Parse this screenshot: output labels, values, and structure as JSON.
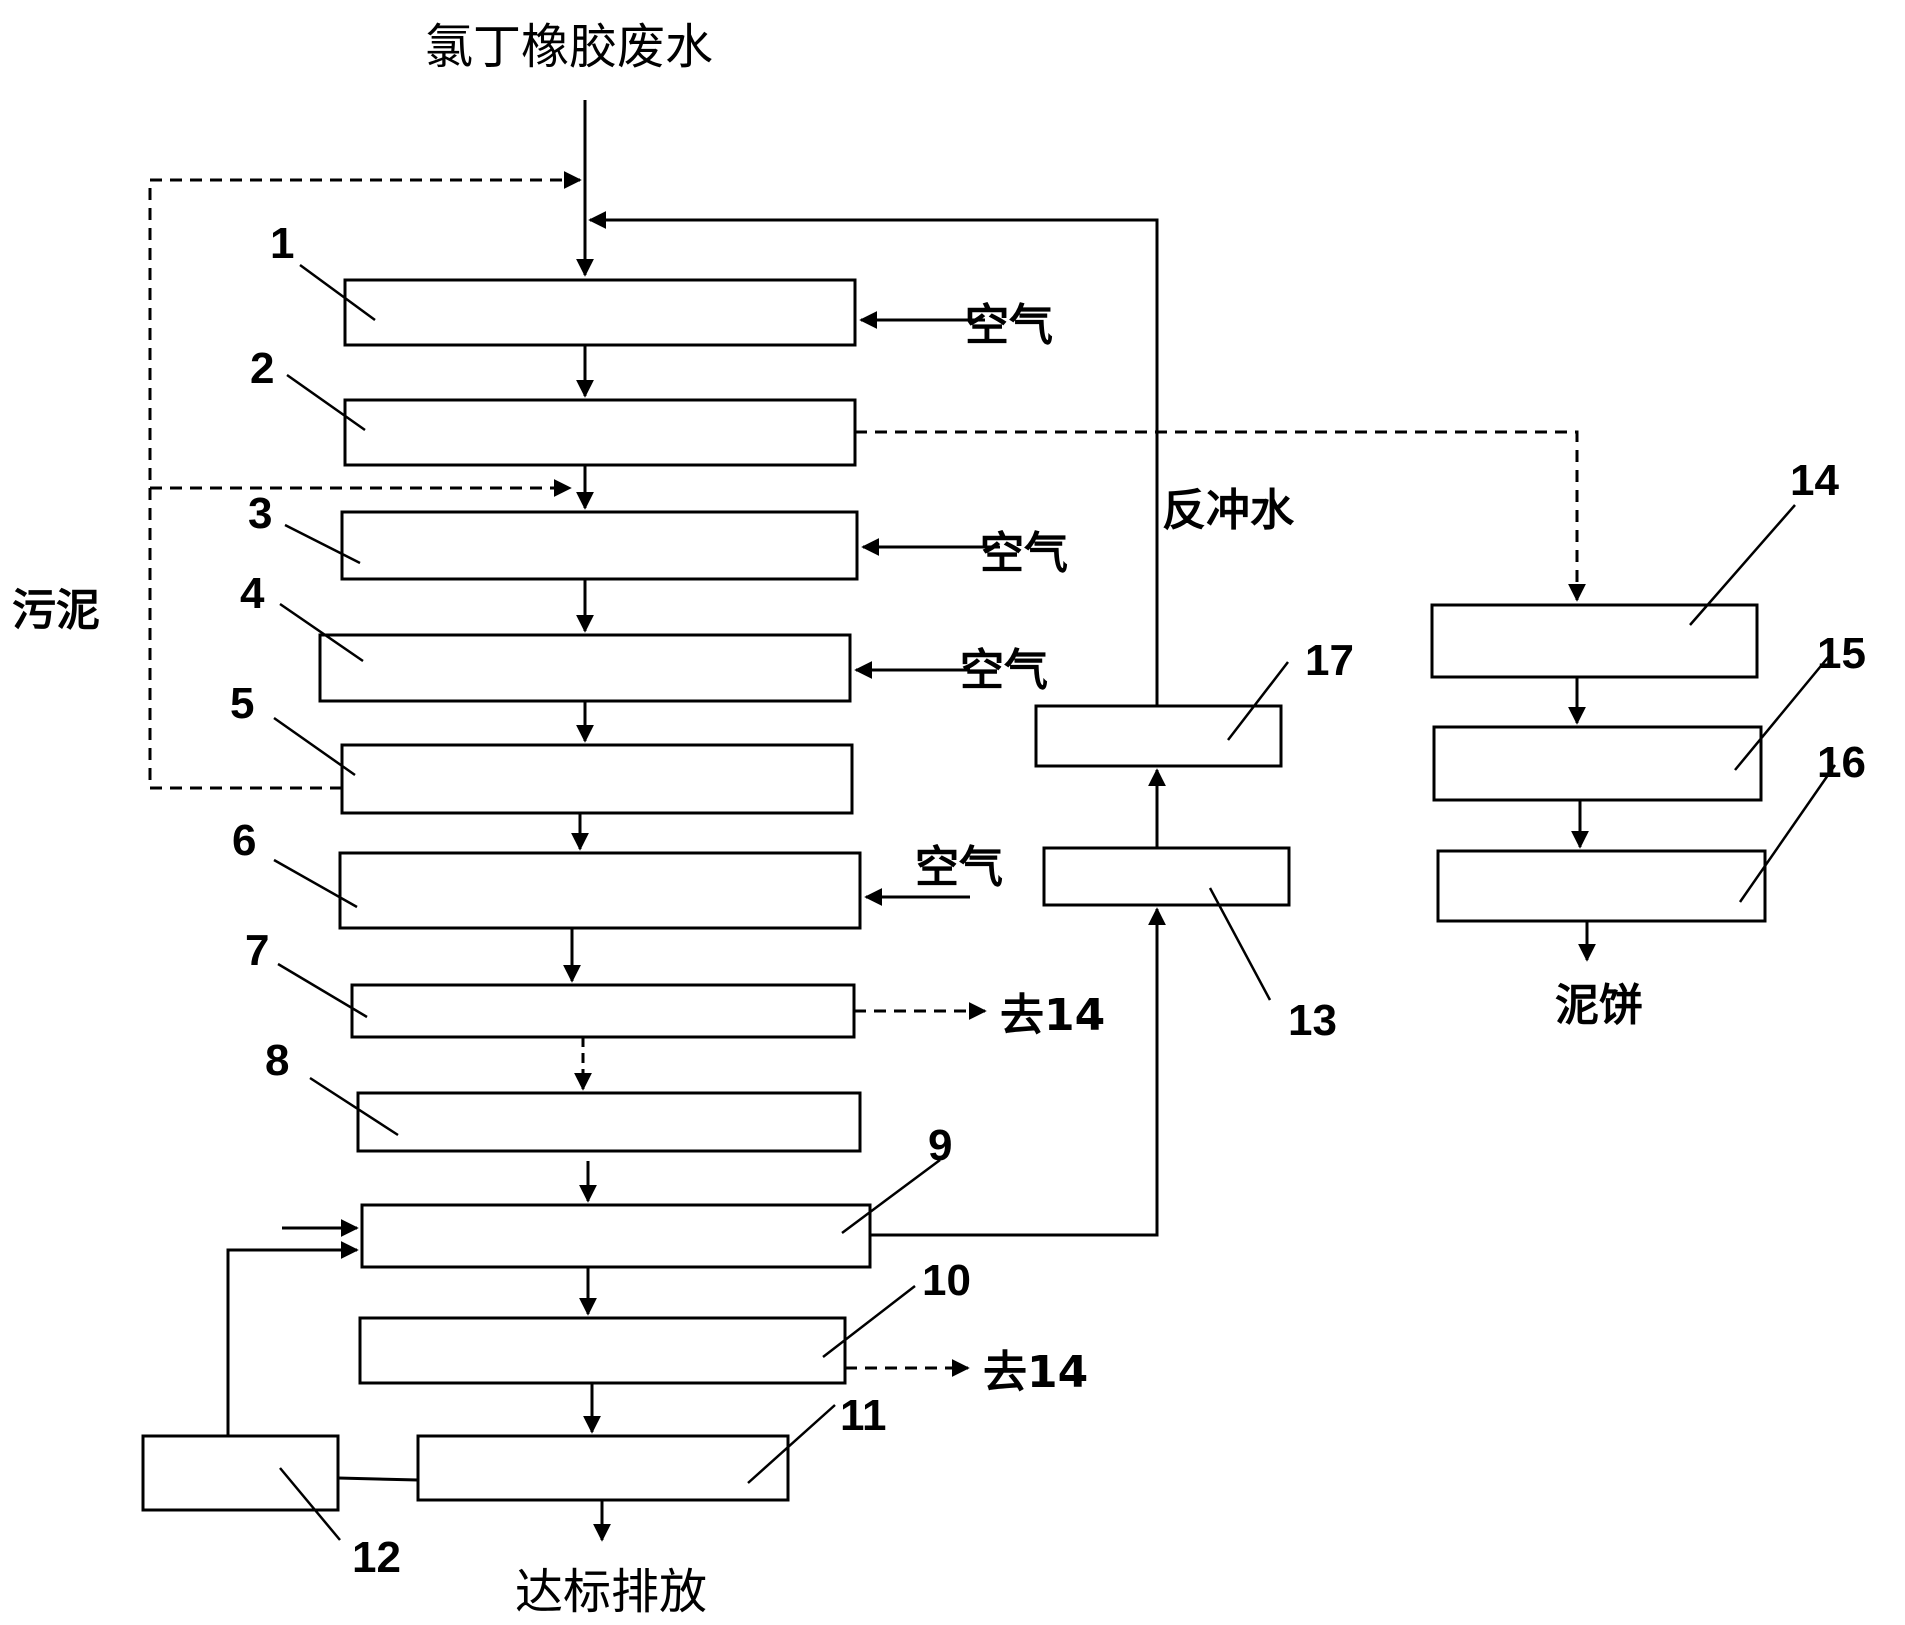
{
  "labels": {
    "influent": "氯丁橡胶废水",
    "sludge": "污泥",
    "backwash": "反冲水",
    "air": "空气",
    "to14": "去14",
    "cake": "泥饼",
    "discharge": "达标排放"
  },
  "units": [
    "1",
    "2",
    "3",
    "4",
    "5",
    "6",
    "7",
    "8",
    "9",
    "10",
    "11",
    "12",
    "13",
    "14",
    "15",
    "16",
    "17"
  ]
}
